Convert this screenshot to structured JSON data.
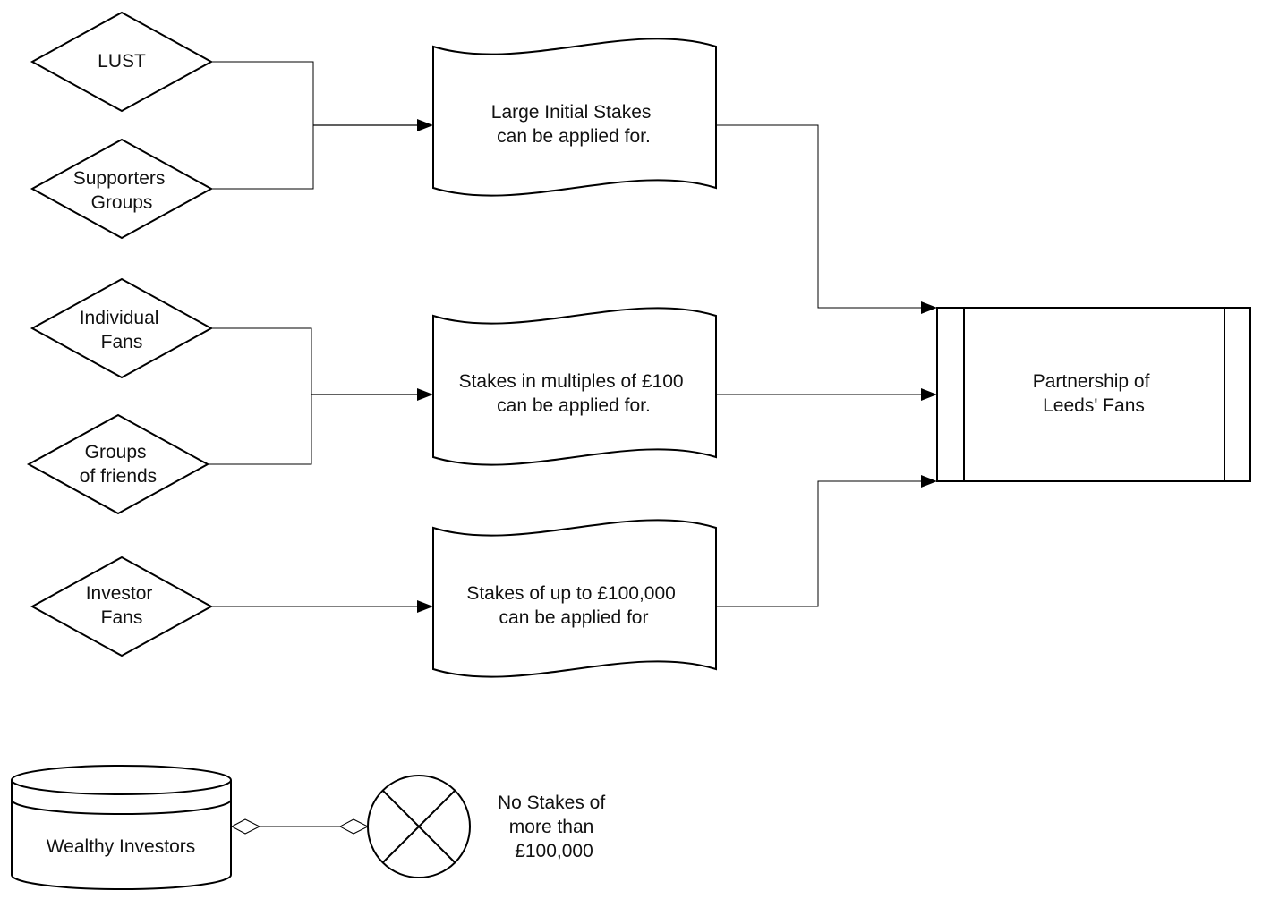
{
  "sources": {
    "lust": [
      "LUST"
    ],
    "supporters_groups": [
      "Supporters",
      "Groups"
    ],
    "individual_fans": [
      "Individual",
      "Fans"
    ],
    "groups_of_friends": [
      "Groups",
      "of friends"
    ],
    "investor_fans": [
      "Investor",
      "Fans"
    ]
  },
  "documents": {
    "large_initial_stakes": [
      "Large Initial Stakes",
      "can be applied for."
    ],
    "stakes_multiples": [
      "Stakes in multiples of £100",
      "can be applied for."
    ],
    "stakes_up_to": [
      "Stakes of up to £100,000",
      "can be applied for"
    ]
  },
  "partnership": [
    "Partnership of",
    "Leeds' Fans"
  ],
  "wealthy_investors": [
    "Wealthy Investors"
  ],
  "no_stakes": [
    "No Stakes of",
    "more than",
    "£100,000"
  ]
}
